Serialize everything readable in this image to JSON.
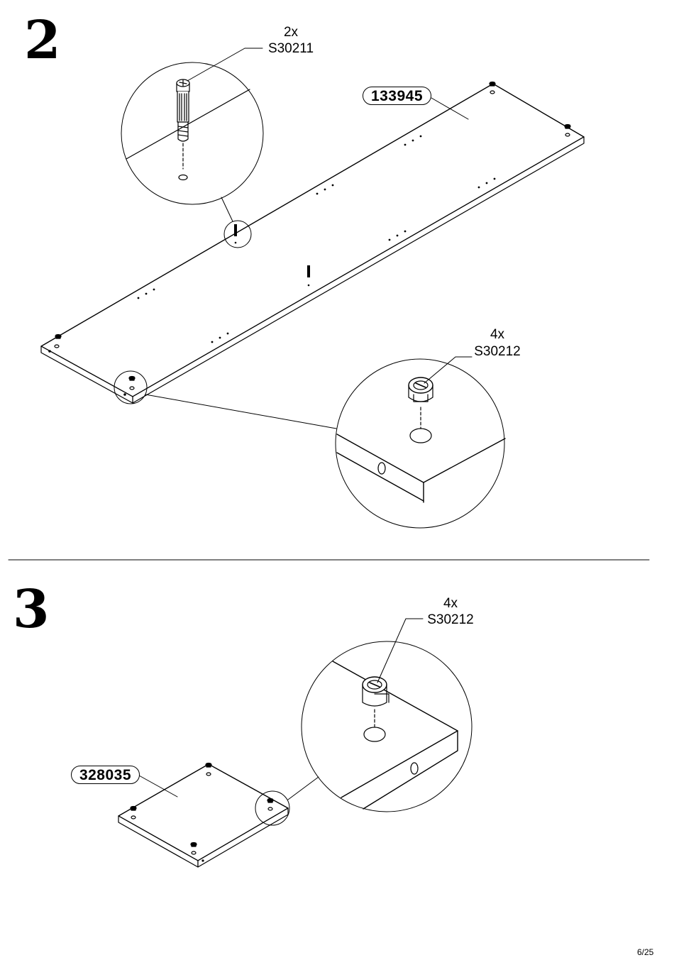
{
  "step2": {
    "number": "2",
    "part_id": "133945",
    "hardware": [
      {
        "qty": "2x",
        "code": "S30211"
      },
      {
        "qty": "4x",
        "code": "S30212"
      }
    ]
  },
  "step3": {
    "number": "3",
    "part_id": "328035",
    "hardware": [
      {
        "qty": "4x",
        "code": "S30212"
      }
    ]
  },
  "footer": {
    "page": "6/25"
  }
}
